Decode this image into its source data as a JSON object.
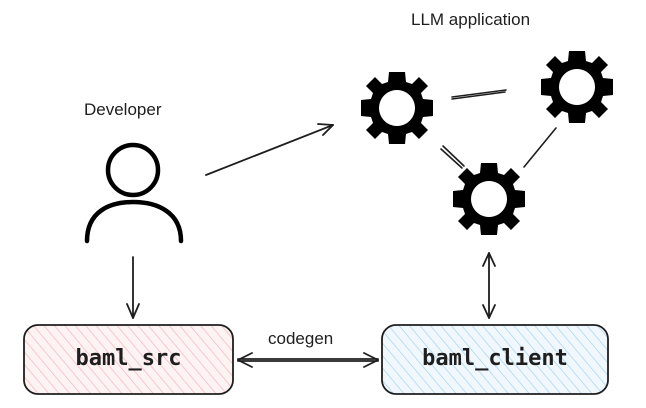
{
  "diagram": {
    "developer_label": "Developer",
    "app_label": "LLM application",
    "codegen_label": "codegen",
    "src_box": {
      "label": "baml_src",
      "fill": "#f9dcdd"
    },
    "client_box": {
      "label": "baml_client",
      "fill": "#d3e8f7"
    },
    "person_icon": "user-icon",
    "gear_icon": "gear-icon",
    "stroke_color": "#1e1e1e"
  }
}
